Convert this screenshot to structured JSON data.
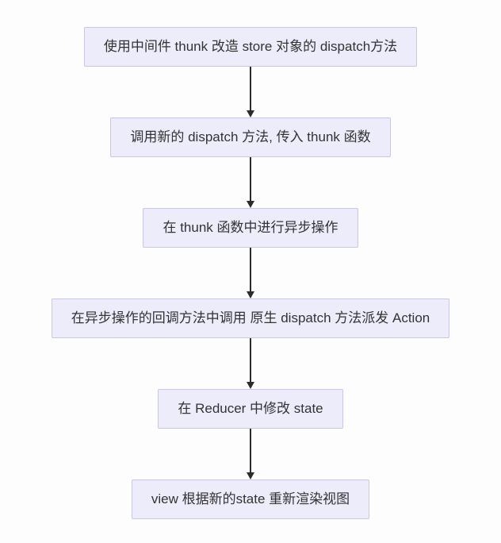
{
  "page": {
    "background_color": "#fdfdfd"
  },
  "flowchart": {
    "type": "vertical-flow",
    "node_fill_color": "#edecfa",
    "node_border_color": "#c9c6e6",
    "text_color": "#333333",
    "arrow_color": "#2b2b2b",
    "steps": [
      {
        "label": "使用中间件 thunk 改造 store 对象的 dispatch方法"
      },
      {
        "label": "调用新的 dispatch 方法, 传入 thunk 函数"
      },
      {
        "label": "在 thunk 函数中进行异步操作"
      },
      {
        "label": "在异步操作的回调方法中调用 原生 dispatch 方法派发 Action"
      },
      {
        "label": "在 Reducer 中修改 state"
      },
      {
        "label": "view 根据新的state 重新渲染视图"
      }
    ]
  }
}
